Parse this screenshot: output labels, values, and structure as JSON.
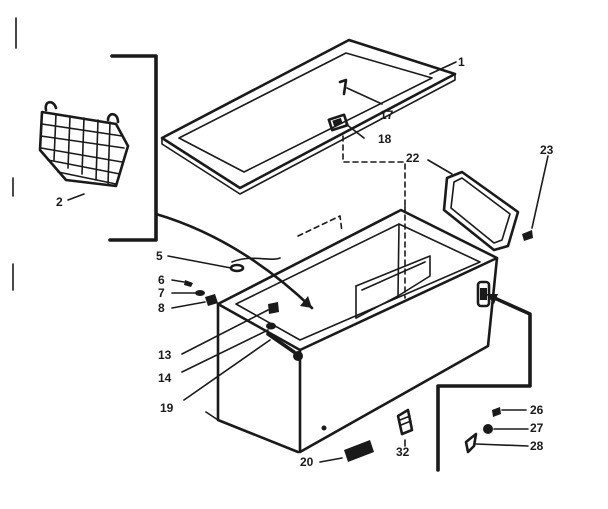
{
  "callouts": [
    {
      "id": "c1",
      "text": "1"
    },
    {
      "id": "c2",
      "text": "2"
    },
    {
      "id": "c5",
      "text": "5"
    },
    {
      "id": "c6",
      "text": "6"
    },
    {
      "id": "c7",
      "text": "7"
    },
    {
      "id": "c8",
      "text": "8"
    },
    {
      "id": "c13",
      "text": "13"
    },
    {
      "id": "c14",
      "text": "14"
    },
    {
      "id": "c17",
      "text": "17"
    },
    {
      "id": "c18",
      "text": "18"
    },
    {
      "id": "c19",
      "text": "19"
    },
    {
      "id": "c20",
      "text": "20"
    },
    {
      "id": "c22",
      "text": "22"
    },
    {
      "id": "c23",
      "text": "23"
    },
    {
      "id": "c26",
      "text": "26"
    },
    {
      "id": "c27",
      "text": "27"
    },
    {
      "id": "c28",
      "text": "28"
    },
    {
      "id": "c32",
      "text": "32"
    }
  ]
}
